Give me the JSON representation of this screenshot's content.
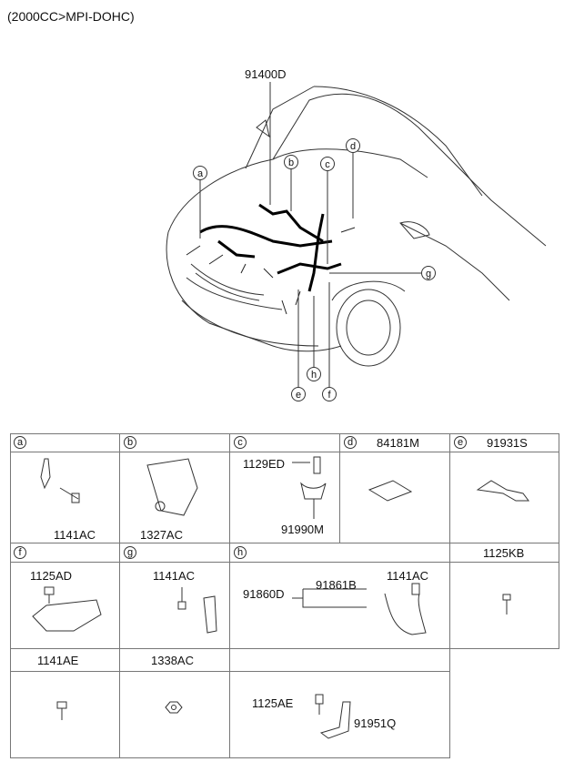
{
  "header": {
    "title": "(2000CC>MPI-DOHC)"
  },
  "main": {
    "harness_label": "91400D",
    "callouts": [
      "a",
      "b",
      "c",
      "d",
      "e",
      "f",
      "g",
      "h"
    ]
  },
  "cells": {
    "a": {
      "letter": "a",
      "part": "1141AC"
    },
    "b": {
      "letter": "b",
      "part": "1327AC"
    },
    "c": {
      "letter": "c",
      "part_top": "1129ED",
      "part_bottom": "91990M"
    },
    "d": {
      "letter": "d",
      "title": "84181M"
    },
    "e": {
      "letter": "e",
      "title": "91931S"
    },
    "f": {
      "letter": "f",
      "part": "1125AD"
    },
    "g": {
      "letter": "g",
      "part": "1141AC"
    },
    "h": {
      "letter": "h",
      "part_bolt": "1141AC",
      "part_d": "91860D",
      "part_b": "91861B"
    },
    "kb": {
      "title": "1125KB"
    },
    "ae": {
      "title": "1141AE"
    },
    "ac": {
      "title": "1338AC"
    },
    "q": {
      "part_bolt": "1125AE",
      "part_bracket": "91951Q"
    }
  },
  "colors": {
    "line": "#333333",
    "background": "#ffffff"
  }
}
